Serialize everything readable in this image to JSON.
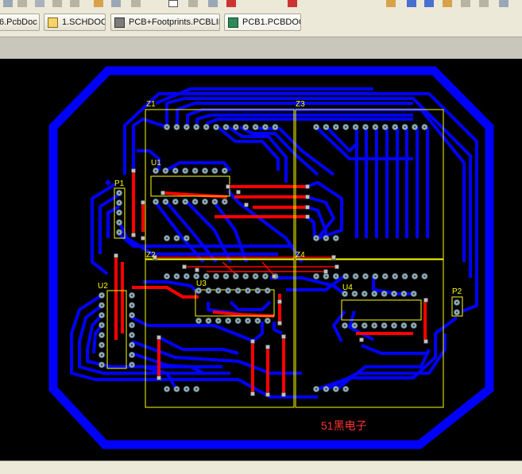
{
  "tabs": [
    {
      "label": "6.PcbDoc",
      "icon": "pcb-doc-icon"
    },
    {
      "label": "1.SCHDOC",
      "icon": "schematic-doc-icon"
    },
    {
      "label": "PCB+Footprints.PCBLIB",
      "icon": "pcb-library-icon"
    },
    {
      "label": "PCB1.PCBDOC",
      "icon": "pcb-doc-icon"
    }
  ],
  "board": {
    "designators": {
      "z1": "Z1",
      "z2": "Z2",
      "z3": "Z3",
      "z4": "Z4",
      "u1": "U1",
      "u2": "U2",
      "u3": "U3",
      "u4": "U4",
      "p1": "P1",
      "p2": "P2"
    },
    "watermark": "51黑电子"
  },
  "colors": {
    "canvas": "#000000",
    "bottom_layer": "#0000ff",
    "top_layer": "#ff0000",
    "overlay": "#ffff00",
    "pad": "#8ea9b3",
    "via": "#c0c0c0"
  }
}
